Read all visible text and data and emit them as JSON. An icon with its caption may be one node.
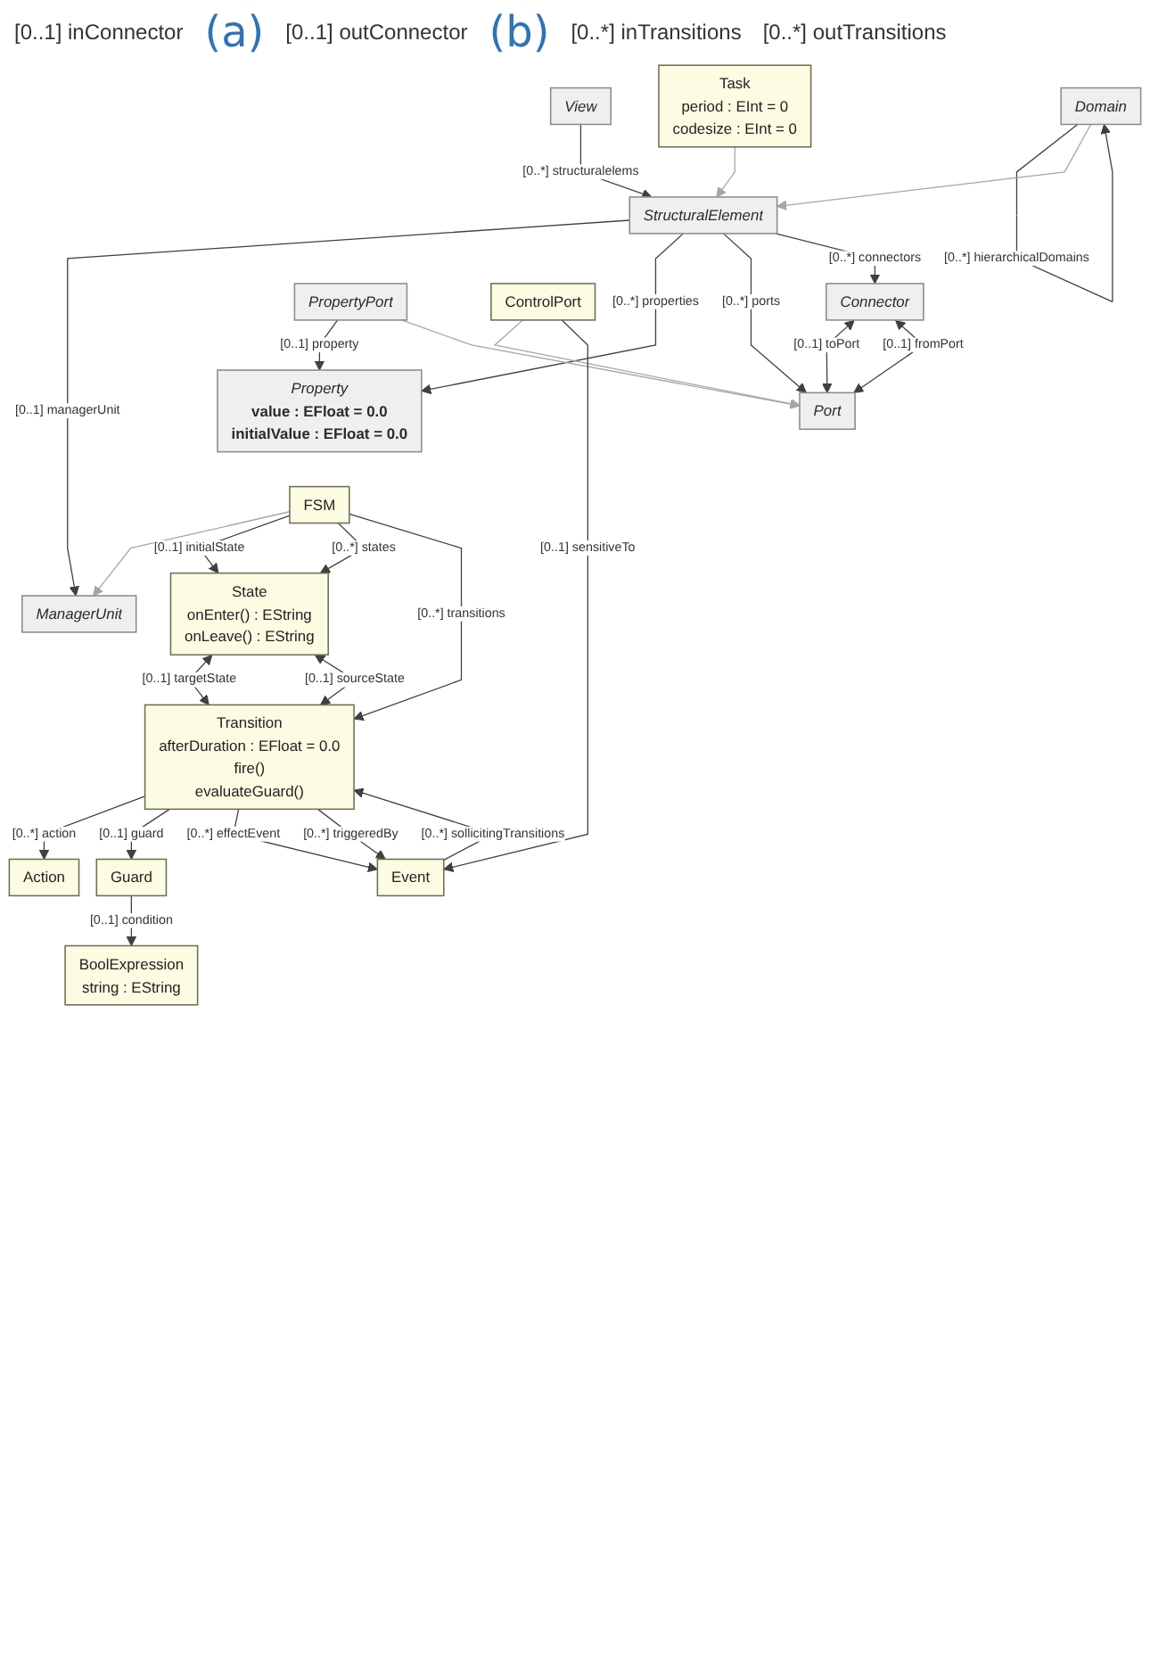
{
  "diagram": {
    "nodes": [
      {
        "text": [
          "View"
        ]
      },
      {
        "text": [
          "Task",
          "period : EInt = 0",
          "codesize : EInt = 0"
        ]
      },
      {
        "text": [
          "StructuralElement"
        ]
      },
      {
        "text": [
          "Domain"
        ]
      },
      {
        "text": [
          "Property",
          "value : EFloat = 0.0",
          "initialValue : EFloat = 0.0"
        ]
      },
      {
        "text": [
          "Port"
        ]
      },
      {
        "text": [
          "Connector"
        ]
      },
      {
        "text": [
          "PropertyPort"
        ]
      },
      {
        "text": [
          "ControlPort"
        ]
      },
      {
        "text": [
          "ManagerUnit"
        ]
      },
      {
        "text": [
          "FSM"
        ]
      },
      {
        "text": [
          "State",
          "onEnter() : EString",
          "onLeave() : EString"
        ]
      },
      {
        "text": [
          "Transition",
          "afterDuration : EFloat = 0.0",
          "fire()",
          "evaluateGuard()"
        ]
      },
      {
        "text": [
          "Guard"
        ]
      },
      {
        "text": [
          "Event"
        ]
      },
      {
        "text": [
          "Action"
        ]
      },
      {
        "text": [
          "BoolExpression",
          "string : EString"
        ]
      }
    ],
    "edges": [
      {
        "from": 0,
        "to": 2,
        "arrow": "to",
        "label": "[0..*] structuralelems"
      },
      {
        "from": 3,
        "to": 3,
        "arrow": "to",
        "label": "[0..*] hierarchicalDomains"
      },
      {
        "from": 1,
        "to": 2,
        "arrow": "to",
        "color": "#a6a6a6"
      },
      {
        "from": 3,
        "to": 2,
        "arrow": "to",
        "color": "#a6a6a6"
      },
      {
        "from": 2,
        "to": 9,
        "arrow": "to",
        "label": "[0..1] managerUnit"
      },
      {
        "from": 2,
        "to": 4,
        "arrow": "to",
        "label": "[0..*] properties"
      },
      {
        "from": 2,
        "to": 5,
        "arrow": "to",
        "label": "[0..*] ports"
      },
      {
        "from": 2,
        "to": 6,
        "arrow": "to",
        "label": "[0..*] connectors"
      },
      {
        "from": 6,
        "to": 5,
        "arrow": "both",
        "label": "[0..1] toPort"
      },
      {
        "from": 6,
        "to": 5,
        "arrow": "both",
        "label": "[0..1] fromPort"
      },
      {
        "from": 7,
        "to": 4,
        "arrow": "to",
        "label": "[0..1] property"
      },
      {
        "from": 7,
        "to": 5,
        "arrow": "to",
        "color": "#a6a6a6"
      },
      {
        "from": 8,
        "to": 5,
        "arrow": "to",
        "color": "#a6a6a6"
      },
      {
        "from": 8,
        "to": 14,
        "arrow": "to",
        "label": "[0..1] sensitiveTo"
      },
      {
        "from": 10,
        "to": 9,
        "arrow": "to",
        "color": "#a6a6a6"
      },
      {
        "from": 10,
        "to": 11,
        "arrow": "to",
        "label": "[0..1] initialState"
      },
      {
        "from": 10,
        "to": 11,
        "arrow": "to",
        "label": "[0..*] states"
      },
      {
        "from": 10,
        "to": 12,
        "arrow": "to",
        "label": "[0..*] transitions"
      },
      {
        "from": 11,
        "to": 12,
        "arrow": "both",
        "label": "[0..1] targetState"
      },
      {
        "from": 11,
        "to": 12,
        "arrow": "both",
        "label": "[0..1] sourceState"
      },
      {
        "from": 12,
        "to": 15,
        "arrow": "to",
        "label": "[0..*] action"
      },
      {
        "from": 12,
        "to": 13,
        "arrow": "to",
        "label": "[0..1] guard"
      },
      {
        "from": 12,
        "to": 14,
        "arrow": "to",
        "label": "[0..*] effectEvent"
      },
      {
        "from": 14,
        "to": 12,
        "arrow": "to",
        "label": "[0..*] sollicitingTransitions"
      },
      {
        "from": 12,
        "to": 14,
        "arrow": "to",
        "label": "[0..*] triggeredBy"
      },
      {
        "from": 13,
        "to": 16,
        "arrow": "to",
        "label": "[0..1] condition"
      }
    ],
    "labels": [
      "[0..1] inConnector",
      "(a)",
      "[0..1] outConnector",
      "(b)",
      "[0..*] inTransitions",
      "[0..*] outTransitions"
    ]
  }
}
